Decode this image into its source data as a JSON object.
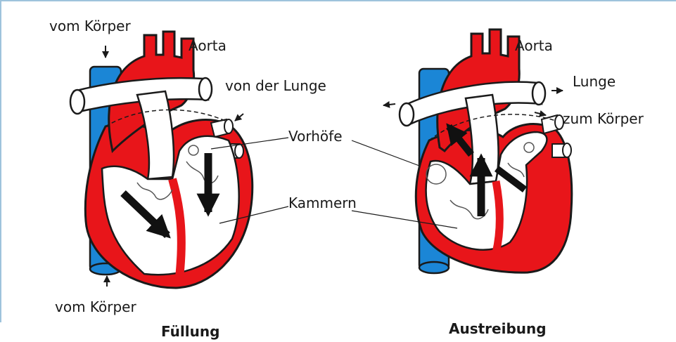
{
  "colors": {
    "heart_red": "#e8151a",
    "vein_blue": "#1b86d6",
    "outline": "#1a1a1a",
    "frame": "#9ec3dc"
  },
  "left_diagram": {
    "caption": "Füllung",
    "labels": {
      "vom_koerper_top": "vom Körper",
      "aorta": "Aorta",
      "von_der_lunge": "von der Lunge",
      "vorhoefe": "Vorhöfe",
      "kammern": "Kammern",
      "vom_koerper_bottom": "vom Körper"
    }
  },
  "right_diagram": {
    "caption": "Austreibung",
    "labels": {
      "aorta": "Aorta",
      "lunge": "Lunge",
      "zum_koerper": "zum Körper"
    }
  }
}
